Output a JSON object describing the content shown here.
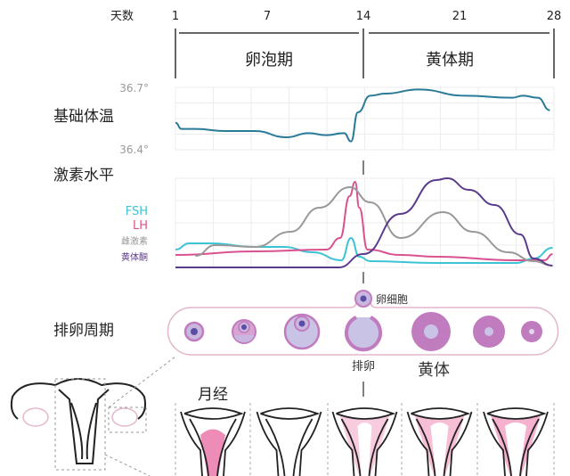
{
  "header": {
    "days_label": "天数",
    "day_ticks": [
      "1",
      "7",
      "14",
      "21",
      "28"
    ]
  },
  "phases": {
    "follicular": "卵泡期",
    "luteal": "黄体期"
  },
  "bbt": {
    "label": "基础体温",
    "y_max_label": "36.7°",
    "y_min_label": "36.4°",
    "color": "#2a7a99"
  },
  "hormones": {
    "label": "激素水平",
    "legend": [
      {
        "name": "FSH",
        "color": "#3cc4d4"
      },
      {
        "name": "LH",
        "color": "#d9528f"
      },
      {
        "name": "雌激素",
        "color": "#999999"
      },
      {
        "name": "黄体酮",
        "color": "#5a3b8c"
      }
    ]
  },
  "ovulation_cycle": {
    "label": "排卵周期",
    "oocyte_label": "卵细胞",
    "ovulation_label": "排卵",
    "corpus_luteum_label": "黄体"
  },
  "uterus": {
    "menstruation_label": "月经"
  },
  "chart_data": [
    {
      "type": "line",
      "title": "基础体温",
      "xlabel": "天数",
      "ylabel": "",
      "xlim": [
        1,
        28
      ],
      "ylim": [
        36.4,
        36.7
      ],
      "series": [
        {
          "name": "基础体温",
          "x": [
            1,
            1.4,
            2.3,
            4.3,
            6.2,
            8.4,
            10,
            11.3,
            12.6,
            13.1,
            13.6,
            14.5,
            15.6,
            18,
            21.4,
            24.9,
            25.7,
            26.8,
            27.7
          ],
          "y": [
            36.53,
            36.5,
            36.5,
            36.49,
            36.49,
            36.46,
            36.48,
            36.47,
            36.48,
            36.44,
            36.58,
            36.66,
            36.67,
            36.69,
            36.66,
            36.65,
            36.66,
            36.65,
            36.59
          ]
        }
      ]
    },
    {
      "type": "line",
      "title": "激素水平",
      "xlabel": "天数",
      "ylabel": "",
      "xlim": [
        1,
        28
      ],
      "ylim": [
        0,
        100
      ],
      "series": [
        {
          "name": "FSH",
          "x": [
            1,
            1.9,
            3.3,
            6.2,
            8.2,
            10.3,
            12.4,
            13.1,
            13.7,
            14.5,
            19.3,
            25.2,
            26.5,
            27.9
          ],
          "y": [
            20,
            27,
            27,
            23,
            23,
            17,
            8,
            33,
            12,
            7,
            5,
            5,
            10,
            22
          ]
        },
        {
          "name": "LH",
          "x": [
            1,
            6.2,
            11.3,
            12.3,
            13,
            13.4,
            13.7,
            14.3,
            16.7,
            19.3,
            25.2,
            27.3,
            27.9
          ],
          "y": [
            14,
            18,
            20,
            33,
            80,
            96,
            67,
            20,
            14,
            12,
            8,
            8,
            15
          ]
        },
        {
          "name": "雌激素",
          "x": [
            2.3,
            3.6,
            6.2,
            8.7,
            10.8,
            13,
            14.5,
            16.7,
            19.8,
            22,
            24.6,
            26.5,
            27.9
          ],
          "y": [
            13,
            25,
            23,
            40,
            67,
            90,
            73,
            33,
            62,
            40,
            17,
            7,
            2
          ]
        },
        {
          "name": "黄体酮",
          "x": [
            1,
            12.2,
            14,
            16.7,
            19.3,
            20.1,
            21.7,
            23.6,
            25.5,
            26.5,
            27.9
          ],
          "y": [
            0,
            0,
            15,
            60,
            98,
            100,
            87,
            70,
            37,
            10,
            2
          ]
        }
      ]
    }
  ]
}
